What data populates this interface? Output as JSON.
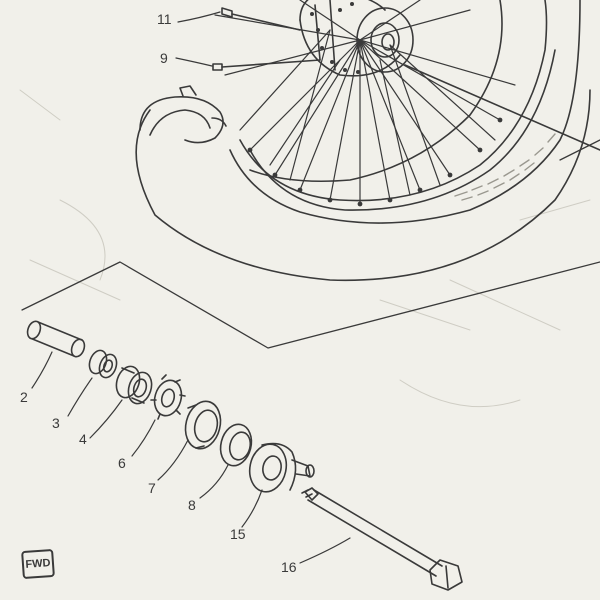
{
  "diagram": {
    "callouts": {
      "part_11": "11",
      "part_9": "9",
      "part_2": "2",
      "part_3": "3",
      "part_4": "4",
      "part_6": "6",
      "part_7": "7",
      "part_8": "8",
      "part_15": "15",
      "part_16": "16"
    },
    "fwd_badge": "FWD"
  }
}
